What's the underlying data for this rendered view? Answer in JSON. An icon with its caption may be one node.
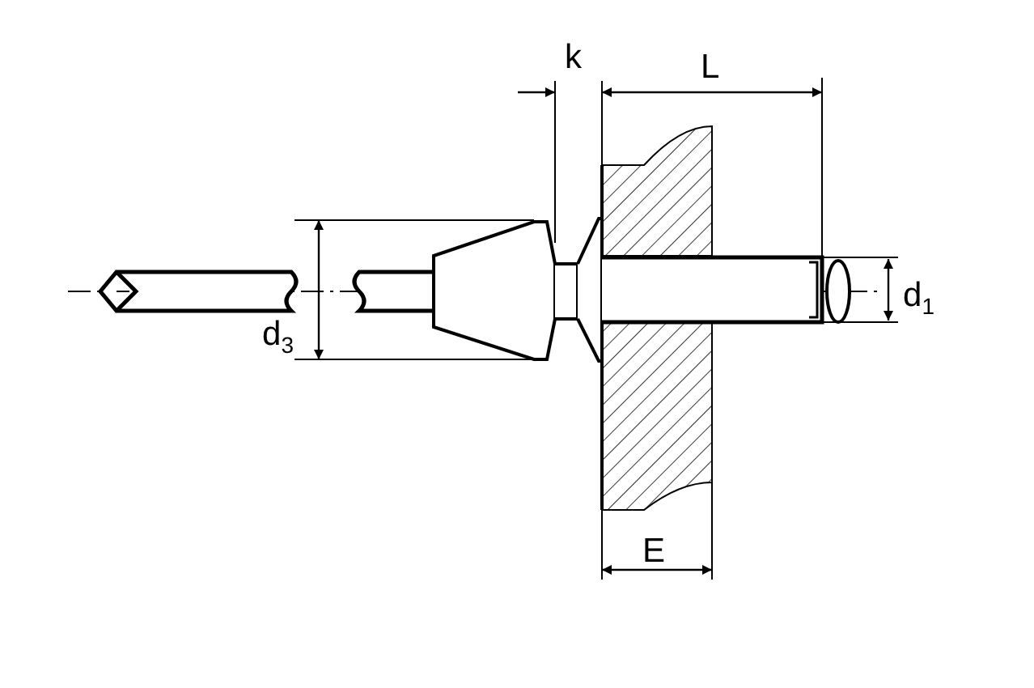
{
  "diagram": {
    "labels": [
      "k",
      "L",
      "d$_{1}$",
      "d$_{3}$",
      "E"
    ]
  }
}
